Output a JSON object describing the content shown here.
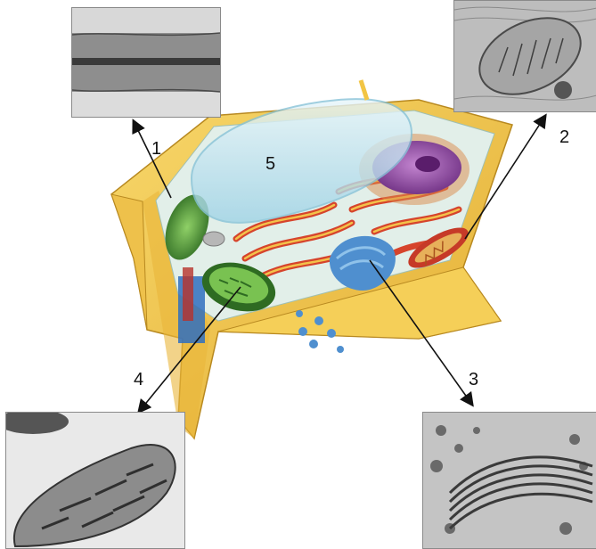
{
  "labels": {
    "l1": "1",
    "l2": "2",
    "l3": "3",
    "l4": "4",
    "l5": "5"
  },
  "colors": {
    "cell_wall": "#f2c544",
    "cell_wall_dark": "#d9a22a",
    "cytoplasm": "#dfeee9",
    "vacuole": "#bfe3ef",
    "nucleus": "#8e4aa0",
    "er": "#d6442c",
    "golgi": "#4f8fcf",
    "chloroplast": "#3e8a2e",
    "mitochondrion": "#c63a28",
    "arrow": "#111111"
  },
  "icons": {
    "arrow": "arrow-icon"
  }
}
